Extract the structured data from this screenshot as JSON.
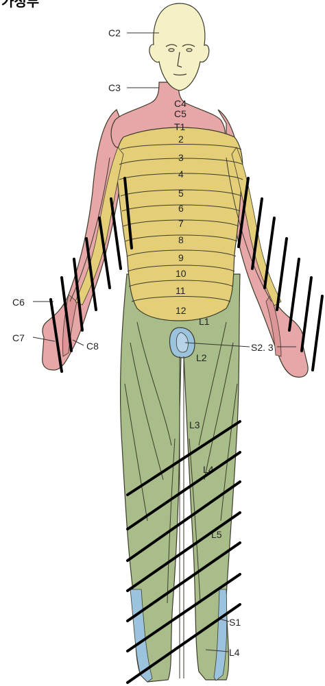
{
  "corner_text": "가정부",
  "labels": {
    "c2": "C2",
    "c3": "C3",
    "c4": "C4",
    "c5": "C5",
    "t1": "T1",
    "t2": "2",
    "t3": "3",
    "t4": "4",
    "t5": "5",
    "t6": "6",
    "t7": "7",
    "t8": "8",
    "t9": "9",
    "t10": "10",
    "t11": "11",
    "t12": "12",
    "c6": "C6",
    "c7": "C7",
    "c8": "C8",
    "l1": "L1",
    "l2": "L2",
    "s23": "S2. 3",
    "l3": "L3",
    "l4_thigh": "L4",
    "l5": "L5",
    "s1": "S1",
    "l4_leg": "L4"
  },
  "colors": {
    "head": "#f6f0c6",
    "cervical": "#e7a6a8",
    "thoracic": "#e4cf78",
    "lumbar": "#a9bd8a",
    "sacral": "#9cc3de",
    "outline": "#3a3a2a",
    "marks": "#000000"
  }
}
